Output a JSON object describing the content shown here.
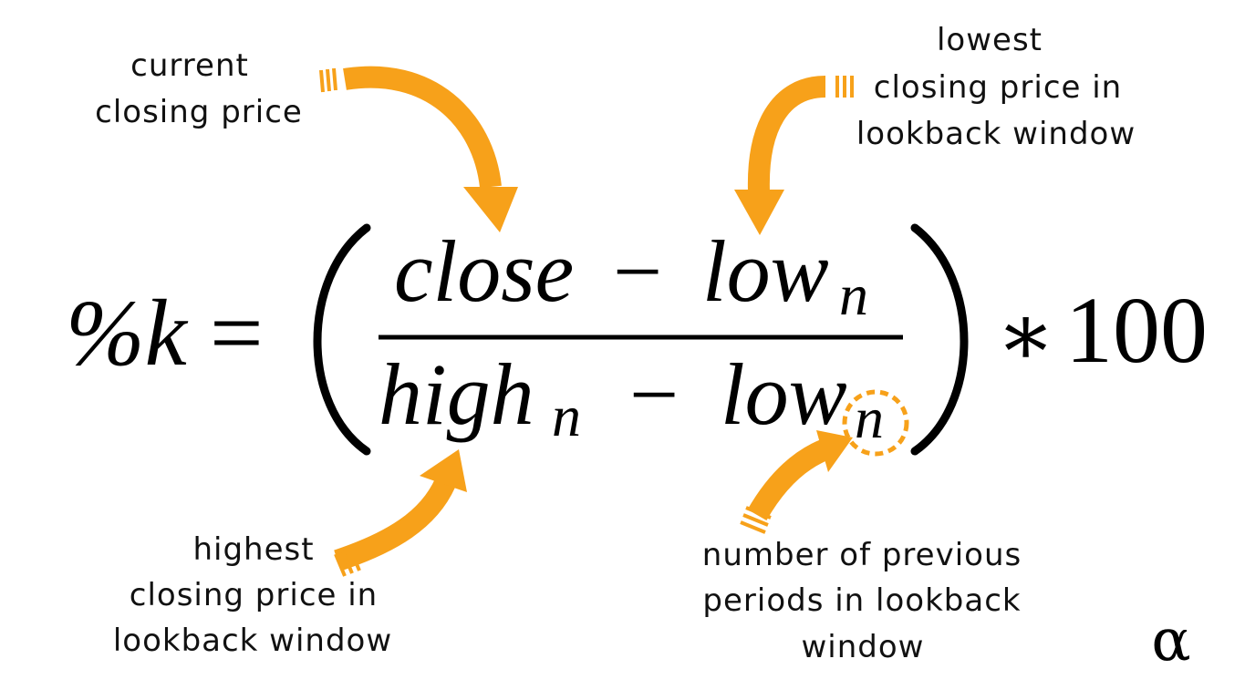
{
  "formula": {
    "lhs_symbol": "%k",
    "equals": "=",
    "numerator_close": "close",
    "numerator_minus": "−",
    "numerator_low": "low",
    "numerator_low_sub": "n",
    "denominator_high": "high",
    "denominator_high_sub": "n",
    "denominator_minus": "−",
    "denominator_low": "low",
    "denominator_low_sub": "n",
    "multiply": "∗",
    "factor": "100"
  },
  "annotations": {
    "current_close": [
      "current",
      "closing price"
    ],
    "lowest_close": [
      "lowest",
      "closing price in",
      "lookback window"
    ],
    "highest_close": [
      "highest",
      "closing price in",
      "lookback window"
    ],
    "periods": [
      "number of previous",
      "periods in lookback",
      "window"
    ]
  },
  "logo": "α",
  "colors": {
    "accent": "#F7A11A",
    "text": "#111111",
    "math": "#000000",
    "background": "#FFFFFF"
  }
}
